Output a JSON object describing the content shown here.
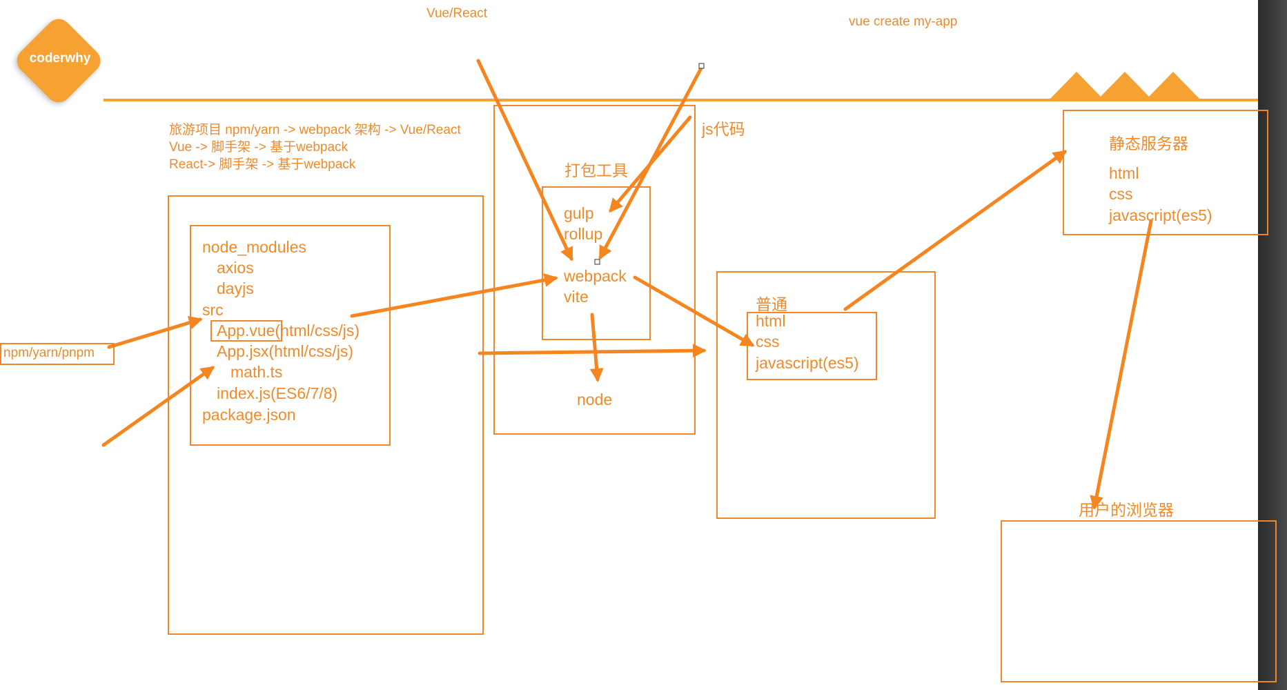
{
  "logo": {
    "text": "coderwhy"
  },
  "top_labels": {
    "framework": "Vue/React",
    "cli_command": "vue create my-app"
  },
  "notes": {
    "line1": "旅游项目 npm/yarn -> webpack 架构 -> Vue/React",
    "line2": "Vue   -> 脚手架 -> 基于webpack",
    "line3": "React-> 脚手架 -> 基于webpack"
  },
  "project": {
    "items": [
      "node_modules",
      "axios",
      "dayjs",
      "src",
      "App.vue(html/css/js)",
      "App.jsx(html/css/js)",
      "math.ts",
      "index.js(ES6/7/8)",
      "package.json"
    ]
  },
  "package_manager": {
    "label": "npm/yarn/pnpm"
  },
  "bundler": {
    "title": "打包工具",
    "tools": [
      "gulp",
      "rollup",
      "webpack",
      "vite"
    ],
    "runtime": "node",
    "js_code": "js代码"
  },
  "output": {
    "title": "普通",
    "items": [
      "html",
      "css",
      "javascript(es5)"
    ]
  },
  "static_server": {
    "title": "静态服务器",
    "items": [
      "html",
      "css",
      "javascript(es5)"
    ]
  },
  "browser": {
    "title": "用户的浏览器"
  },
  "colors": {
    "accent": "#f08a2a",
    "logo": "#f5a233",
    "background": "#ffffff"
  }
}
